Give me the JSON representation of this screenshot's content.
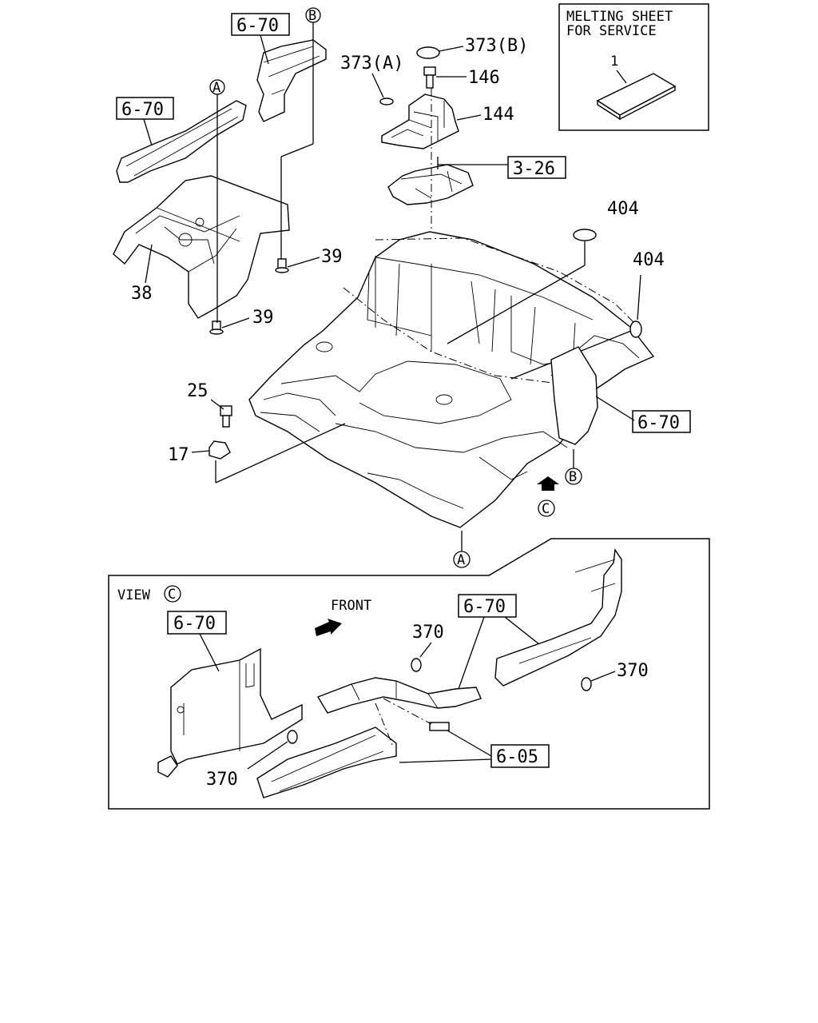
{
  "service_box": {
    "line1": "MELTING SHEET",
    "line2": "FOR SERVICE",
    "item": "1"
  },
  "callouts": {
    "ref_6_70": "6-70",
    "ref_3_26": "3-26",
    "ref_6_05": "6-05",
    "p373a": "373(A)",
    "p373b": "373(B)",
    "p146": "146",
    "p144": "144",
    "p404": "404",
    "p39": "39",
    "p38": "38",
    "p25": "25",
    "p17": "17",
    "p370": "370"
  },
  "markers": {
    "a": "A",
    "b": "B",
    "c": "C"
  },
  "view": {
    "label": "VIEW",
    "marker": "C",
    "front": "FRONT"
  }
}
